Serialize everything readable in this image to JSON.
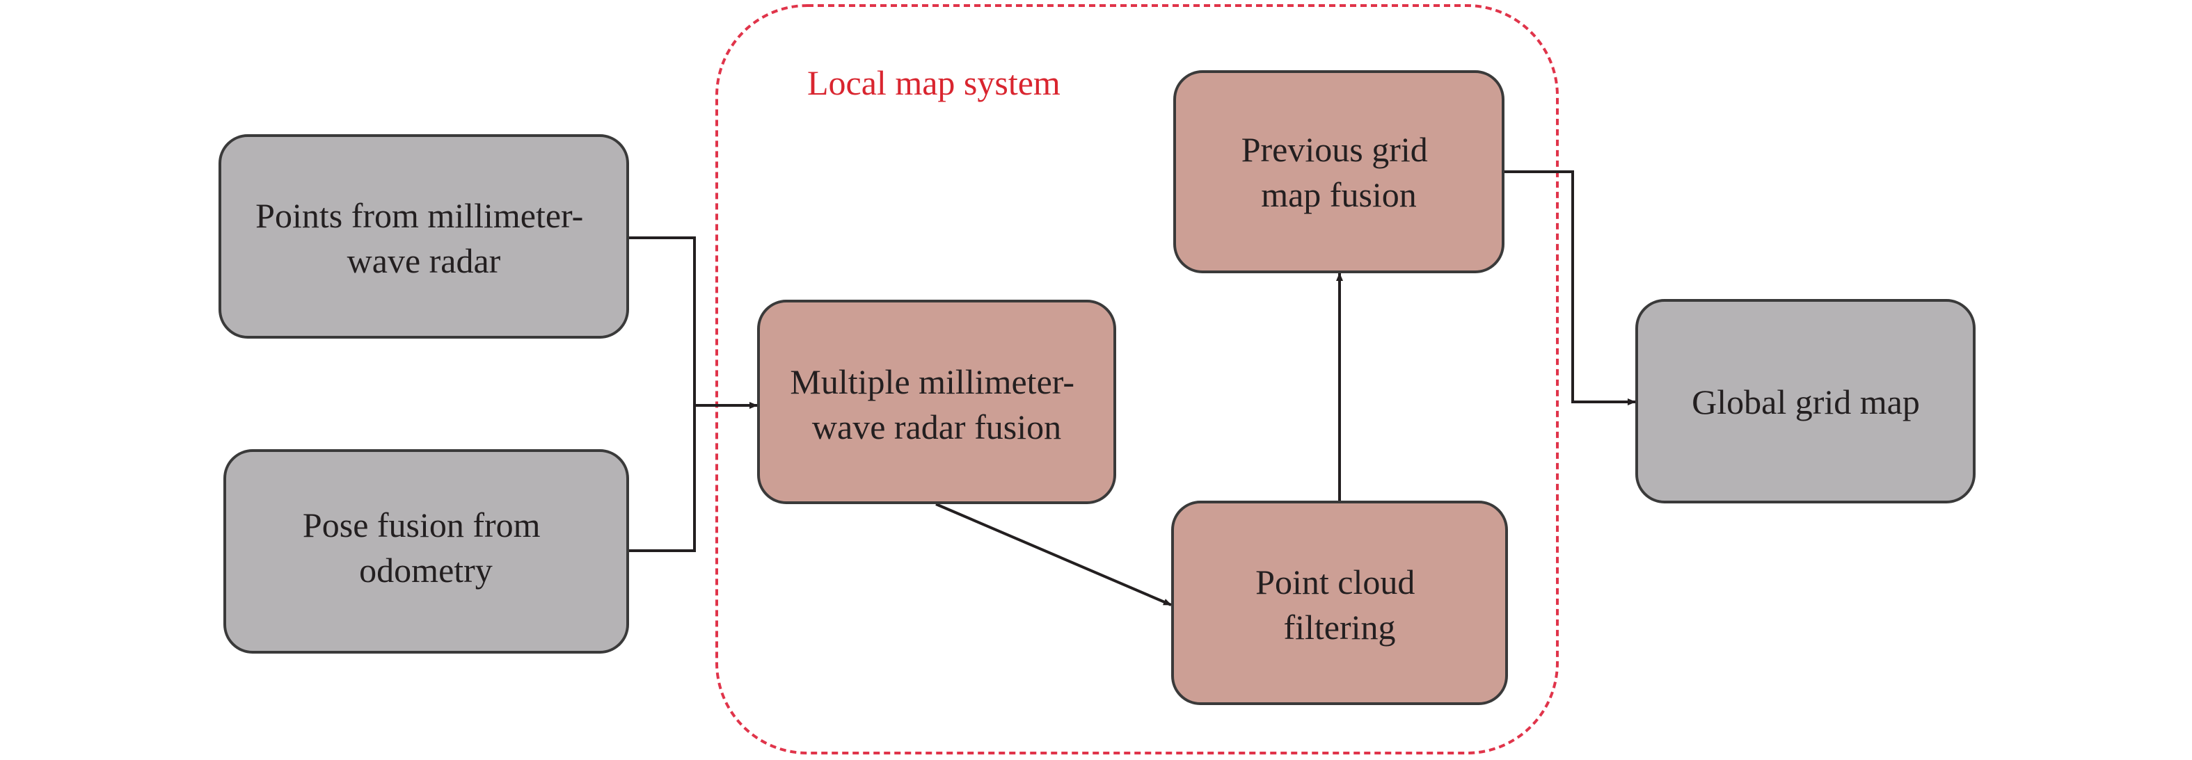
{
  "colors": {
    "input_fill": "#b5b3b5",
    "process_fill": "#cc9f95",
    "node_stroke": "#3a3a3a",
    "region_stroke": "#e0344a",
    "region_label": "#d9252f",
    "edge": "#231f20",
    "text": "#231f20"
  },
  "region": {
    "label": "Local map system"
  },
  "nodes": {
    "radar_points": {
      "lines": [
        "Points from millimeter-",
        "wave radar"
      ]
    },
    "pose_fusion": {
      "lines": [
        "Pose fusion from",
        "odometry"
      ]
    },
    "multi_radar_fusion": {
      "lines": [
        "Multiple millimeter-",
        "wave radar fusion"
      ]
    },
    "point_cloud_filtering": {
      "lines": [
        "Point cloud",
        "filtering"
      ]
    },
    "previous_grid_fusion": {
      "lines": [
        "Previous grid",
        "map fusion"
      ]
    },
    "global_grid_map": {
      "lines": [
        "Global grid map"
      ]
    }
  }
}
